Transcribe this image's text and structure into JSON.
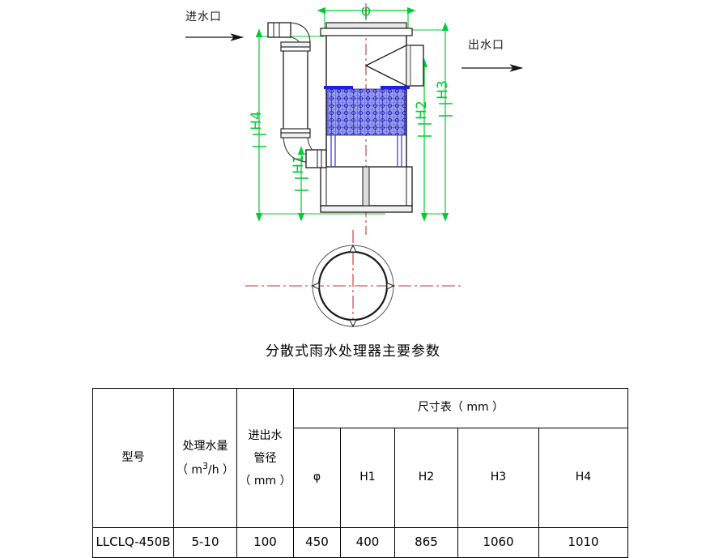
{
  "drawing": {
    "name": "decentralized-rainwater-treatment-unit-drawing",
    "inlet_label": "进水口",
    "outlet_label": "出水口",
    "diameter_symbol": "φ",
    "dimension_labels": {
      "h1": "H1",
      "h2": "H2",
      "h3": "H3",
      "h4": "H4"
    },
    "colors": {
      "dimension_green": "#00cc33",
      "centerline_red": "#cc3333",
      "media_blue": "#3333cc",
      "outline_black": "#1a1a1a",
      "pipe_gray": "#808080"
    }
  },
  "title": "分散式雨水处理器主要参数",
  "table": {
    "header": {
      "model": "型号",
      "flow_line1": "处理水量",
      "flow_line2_pre": "（ m",
      "flow_line2_sup": "3",
      "flow_line2_post": "/h ）",
      "pipe_line1": "进出水",
      "pipe_line2": "管径",
      "pipe_line3": "（ mm ）",
      "dimension_group": "尺寸表（ mm ）",
      "sub": [
        "φ",
        "H1",
        "H2",
        "H3",
        "H4"
      ]
    },
    "rows": [
      {
        "model": "LLCLQ-450B",
        "flow": "5-10",
        "pipe_diameter": "100",
        "phi": "450",
        "h1": "400",
        "h2": "865",
        "h3": "1060",
        "h4": "1010"
      }
    ]
  }
}
